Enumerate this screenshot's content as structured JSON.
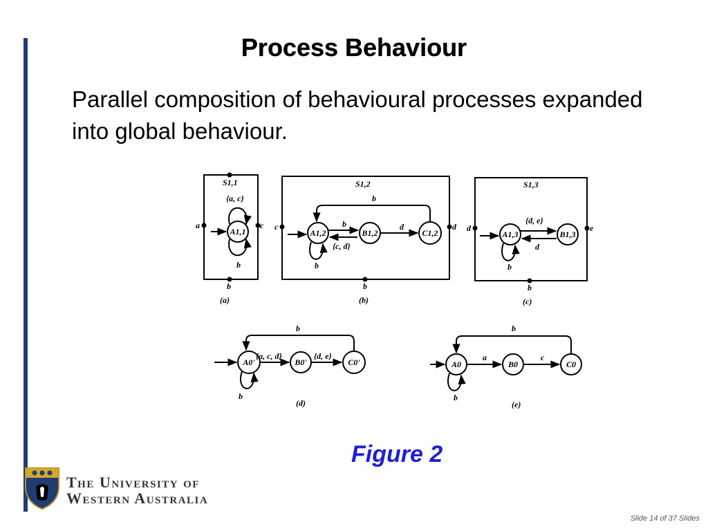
{
  "slide": {
    "title": "Process Behaviour",
    "body": "Parallel composition of behavioural processes expanded into global behaviour.",
    "figure_label": "Figure 2",
    "slide_number": "Slide 14 of 37 Slides"
  },
  "university": {
    "line1": "The University of",
    "line2": "Western Australia"
  },
  "diagram": {
    "a": {
      "box_label": "S1,1",
      "state": "A1,1",
      "self_loop_top": "{a, c}",
      "self_loop_bottom": "b",
      "port_left": "a",
      "port_right": "c",
      "port_bottom": "b",
      "caption": "(a)"
    },
    "b": {
      "box_label": "S1,2",
      "states": [
        "A1,2",
        "B1,2",
        "C1,2"
      ],
      "edge_a_b": "b",
      "edge_b_c": "d",
      "edge_back": "b",
      "edge_b_a": "{c, d}",
      "self_loop": "b",
      "port_left": "c",
      "port_right": "d",
      "port_bottom": "b",
      "caption": "(b)"
    },
    "c": {
      "box_label": "S1,3",
      "states": [
        "A1,3",
        "B1,3"
      ],
      "edge_a_b": "{d, e}",
      "edge_b_a": "d",
      "self_loop": "b",
      "port_left": "d",
      "port_right": "e",
      "port_bottom": "b",
      "caption": "(c)"
    },
    "d": {
      "states": [
        "A0'",
        "B0'",
        "C0'"
      ],
      "edge_a_b": "{a, c, d}",
      "edge_b_c": "{d, e}",
      "edge_back": "b",
      "self_loop": "b",
      "caption": "(d)"
    },
    "e": {
      "states": [
        "A0",
        "B0",
        "C0"
      ],
      "edge_a_b": "a",
      "edge_b_c": "c",
      "edge_back": "b",
      "self_loop": "b",
      "caption": "(e)"
    }
  },
  "colors": {
    "accent_bar": "#1f3c73",
    "figure_label": "#1e1ed8"
  }
}
